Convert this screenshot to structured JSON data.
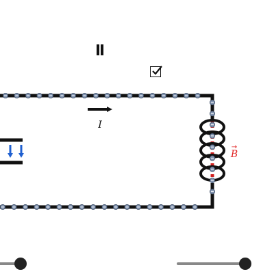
{
  "current_label": "I",
  "field_label": "B",
  "field_arrow": "→",
  "controls": {
    "pause_icon": "pause-icon",
    "checkbox_checked": true,
    "left_slider_value": 1.0,
    "right_slider_value": 1.0
  },
  "colors": {
    "wire": "#111111",
    "electron": "#7f90aa",
    "field": "#e02020",
    "arrow_blue": "#2060d0",
    "slider_track": "#888888",
    "slider_knob": "#222222"
  }
}
